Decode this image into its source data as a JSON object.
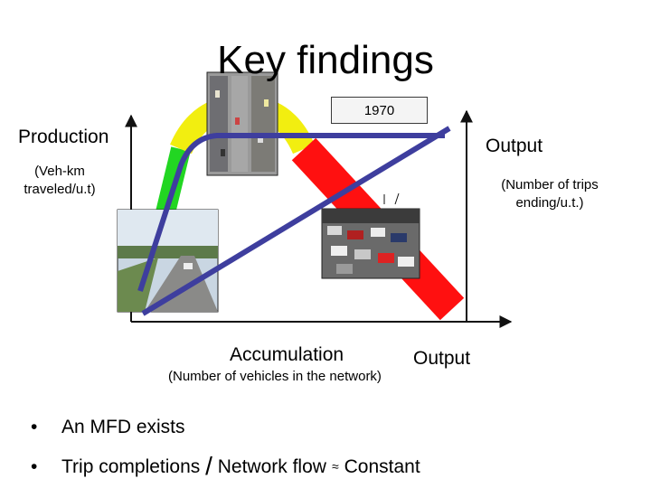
{
  "title": "Key findings",
  "year_label": "1970",
  "y_axis": {
    "label": "Production",
    "unit": "(Veh-km traveled/u.t)"
  },
  "y2_axis": {
    "label": "Output",
    "unit": "(Number of trips ending/u.t.)"
  },
  "x_axis": {
    "label": "Accumulation",
    "secondary_label": "Output",
    "unit": "(Number of vehicles in the network)"
  },
  "bullets": [
    {
      "marker": "•",
      "text": "An MFD exists"
    },
    {
      "marker": "•",
      "text_before": "Trip completions",
      "slash": "/",
      "text_middle": "Network flow",
      "approx": "≈",
      "text_after": "Constant"
    }
  ],
  "colors": {
    "free_flow": "#22d622",
    "capacity": "#f2ee10",
    "congested": "#ff1010",
    "curve": "#3e3e9e",
    "axis": "#111111"
  },
  "photos": {
    "traffic_aerial": "aerial-traffic-photo",
    "open_highway": "highway-photo",
    "congestion": "congested-traffic-photo"
  }
}
